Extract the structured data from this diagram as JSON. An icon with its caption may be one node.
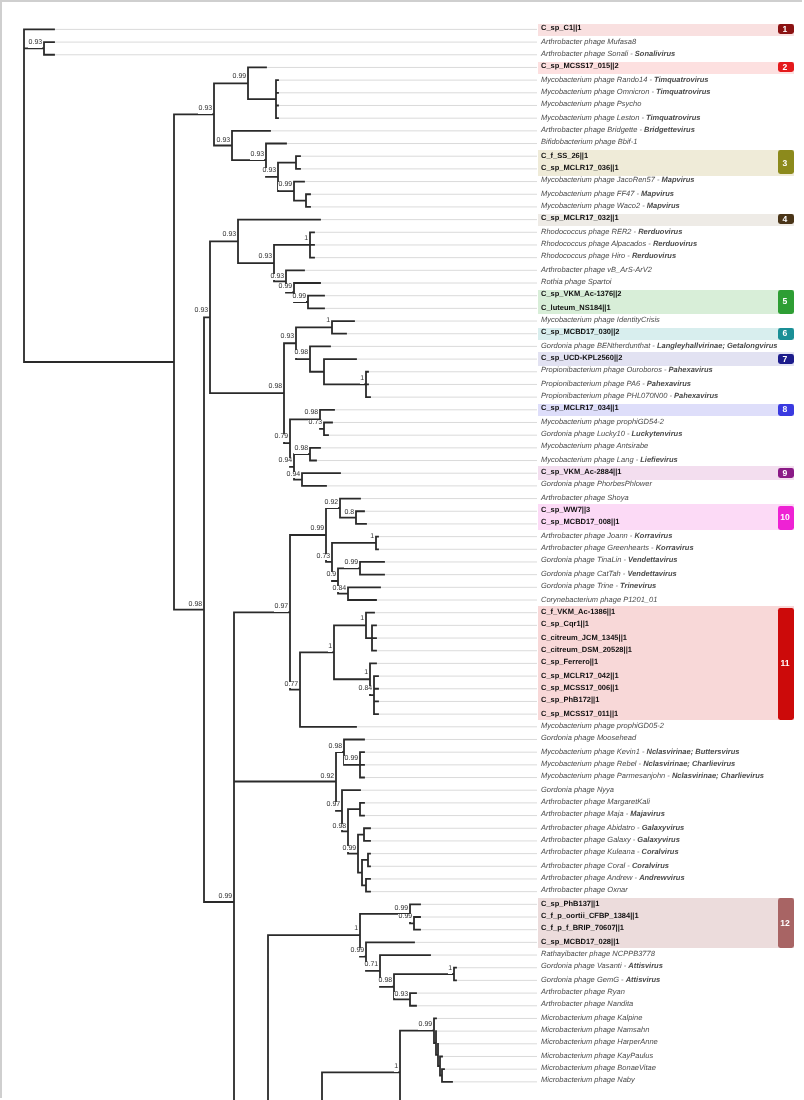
{
  "diagram": {
    "nodes": [
      {
        "text": [
          "C_sp_C1||1"
        ]
      },
      {
        "text": [
          "1"
        ],
        "in": 0
      },
      {
        "text": [
          "C_sp_MCSS17_015||2"
        ]
      },
      {
        "text": [
          "2"
        ],
        "in": 2
      },
      {
        "text": [
          "C_f_SS_26||1",
          "C_sp_MCLR17_036||1"
        ]
      },
      {
        "text": [
          "3"
        ],
        "in": 4
      },
      {
        "text": [
          "C_sp_MCLR17_032||1"
        ]
      },
      {
        "text": [
          "4"
        ],
        "in": 6
      },
      {
        "text": [
          "C_sp_VKM_Ac-1376||2",
          "C_luteum_NS184||1"
        ]
      },
      {
        "text": [
          "5"
        ],
        "in": 8
      },
      {
        "text": [
          "C_sp_MCBD17_030||2"
        ]
      },
      {
        "text": [
          "6"
        ],
        "in": 10
      },
      {
        "text": [
          "C_sp_UCD-KPL2560||2"
        ]
      },
      {
        "text": [
          "7"
        ],
        "in": 12
      },
      {
        "text": [
          "C_sp_MCLR17_034||1"
        ]
      },
      {
        "text": [
          "8"
        ],
        "in": 14
      },
      {
        "text": [
          "C_sp_VKM_Ac-2884||1"
        ]
      },
      {
        "text": [
          "9"
        ],
        "in": 16
      },
      {
        "text": [
          "C_sp_WW7||3",
          "C_sp_MCBD17_008||1"
        ]
      },
      {
        "text": [
          "10"
        ],
        "in": 18
      },
      {
        "text": [
          "C_f_VKM_Ac-1386||1",
          "C_sp_Cqr1||1",
          "C_citreum_JCM_1345||1",
          "C_citreum_DSM_20528||1",
          "C_sp_Ferrero||1",
          "C_sp_MCLR17_042||1",
          "C_sp_MCSS17_006||1",
          "C_sp_PhB172||1",
          "C_sp_MCSS17_011||1"
        ]
      },
      {
        "text": [
          "11"
        ],
        "in": 20
      },
      {
        "text": [
          "C_sp_PhB137||1",
          "C_f_p_oortii_CFBP_1384||1",
          "C_f_p_f_BRIP_70607||1",
          "C_sp_MCBD17_028||1"
        ]
      },
      {
        "text": [
          "12"
        ],
        "in": 22
      }
    ],
    "labels": [
      "Arthrobacter phage Mufasa8",
      "Arthrobacter phage Sonali - **Sonalivirus**",
      "Mycobacterium phage Rando14 - **Timquatrovirus**",
      "Mycobacterium phage Omnicron - **Timquatrovirus**",
      "Mycobacterium phage Psycho",
      "Mycobacterium phage Leston - **Timquatrovirus**",
      "Arthrobacter phage Bridgette - **Bridgettevirus**",
      "Bifidobacterium phage Bbif-1",
      "Mycobacterium phage JacoRen57 - **Mapvirus**",
      "Mycobacterium phage FF47 - **Mapvirus**",
      "Mycobacterium phage Waco2 - **Mapvirus**",
      "Rhodococcus phage RER2 - **Rerduovirus**",
      "Rhodococcus phage Alpacados - **Rerduovirus**",
      "Rhodococcus phage Hiro - **Rerduovirus**",
      "Arthrobacter phage vB_ArS-ArV2",
      "Rothia phage Spartoi",
      "Mycobacterium phage IdentityCrisis",
      "Gordonia phage BENtherdunthat - **Langleyhallvirinae; Getalongvirus**",
      "Propionibacterium phage Ouroboros - **Pahexavirus**",
      "Propionibacterium phage PA6 - **Pahexavirus**",
      "Propionibacterium phage PHL070N00 - **Pahexavirus**",
      "Mycobacterium phage prophiGD54-2",
      "Gordonia phage Lucky10 - **Luckytenvirus**",
      "Mycobacterium phage Antsirabe",
      "Mycobacterium phage Lang - **Liefievirus**",
      "Gordonia phage PhorbesPhlower",
      "Arthrobacter phage Shoya",
      "Arthrobacter phage Joann - **Korravirus**",
      "Arthrobacter phage Greenhearts - **Korravirus**",
      "Gordonia phage TinaLin - **Vendettavirus**",
      "Gordonia phage CatTah - **Vendettavirus**",
      "Gordonia phage Trine - **Trinevirus**",
      "Corynebacterium phage P1201_01",
      "Mycobacterium phage prophiGD05-2",
      "Gordonia phage Moosehead",
      "Mycobacterium phage Kevin1 - **Nclasvirinae; Buttersvirus**",
      "Mycobacterium phage Rebel - **Nclasvirinae; Charlievirus**",
      "Mycobacterium phage Parmesanjohn - **Nclasvirinae; Charlievirus**",
      "Gordonia phage Nyya",
      "Arthrobacter phage MargaretKali",
      "Arthrobacter phage Maja - **Majavirus**",
      "Arthrobacter phage Abidatro - **Galaxyvirus**",
      "Arthrobacter phage Galaxy - **Galaxyvirus**",
      "Arthrobacter phage Kuleana - **Coralvirus**",
      "Arthrobacter phage Coral - **Coralvirus**",
      "Arthrobacter phage Andrew - **Andrewvirus**",
      "Arthrobacter phage Oxnar",
      "Rathayibacter phage NCPPB3778",
      "Gordonia phage Vasanti - **Attisvirus**",
      "Gordonia phage GemG - **Attisvirus**",
      "Arthrobacter phage Ryan",
      "Arthrobacter phage Nandita",
      "Microbacterium phage Kalpine",
      "Microbacterium phage Namsahn",
      "Microbacterium phage HarperAnne",
      "Microbacterium phage KayPaulus",
      "Microbacterium phage BonaeVitae",
      "Microbacterium phage Naby",
      "0.93",
      "0.99",
      "0.93",
      "0.93",
      "0.93",
      "0.93",
      "0.99",
      "1",
      "0.93",
      "0.93",
      "0.93",
      "0.99",
      "0.99",
      "0.93",
      "1",
      "0.93",
      "0.98",
      "1",
      "0.98",
      "0.98",
      "0.73",
      "0.79",
      "0.98",
      "0.94",
      "0.94",
      "0.92",
      "0.8",
      "0.99",
      "1",
      "0.73",
      "0.99",
      "0.9",
      "0.84",
      "0.98",
      "0.97",
      "1",
      "1",
      "1",
      "0.84",
      "0.77",
      "0.99",
      "0.98",
      "0.92",
      "0.97",
      "0.98",
      "0.99",
      "0.99",
      "0.99",
      "0.99",
      "1",
      "0.99",
      "1",
      "0.71",
      "0.98",
      "0.93",
      "0.99",
      "1"
    ]
  }
}
